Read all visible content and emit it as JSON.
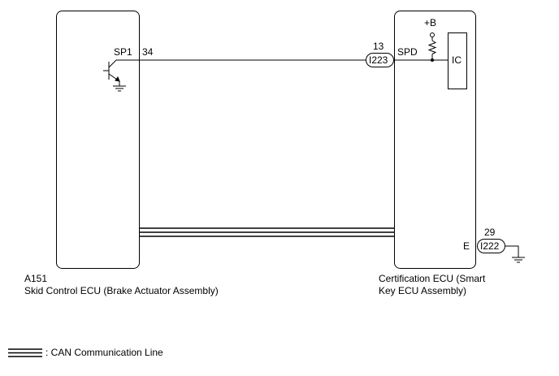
{
  "left_ecu": {
    "code": "A151",
    "name": "Skid Control ECU (Brake Actuator Assembly)",
    "terminal_name": "SP1",
    "terminal_pin": "34"
  },
  "right_ecu": {
    "name_line1": "Certification ECU (Smart",
    "name_line2": "Key ECU Assembly)",
    "supply": "+B",
    "ic_label": "IC",
    "spd_terminal_name": "SPD",
    "spd_pin": "13",
    "spd_connector": "I223",
    "ground_terminal_name": "E",
    "ground_pin": "29",
    "ground_connector": "I222"
  },
  "legend": {
    "can_line": ": CAN Communication Line"
  },
  "icons": [
    "transistor-icon",
    "resistor-icon",
    "ground-icon",
    "connector-icon"
  ],
  "colors": {
    "line": "#000000",
    "background": "#ffffff"
  }
}
